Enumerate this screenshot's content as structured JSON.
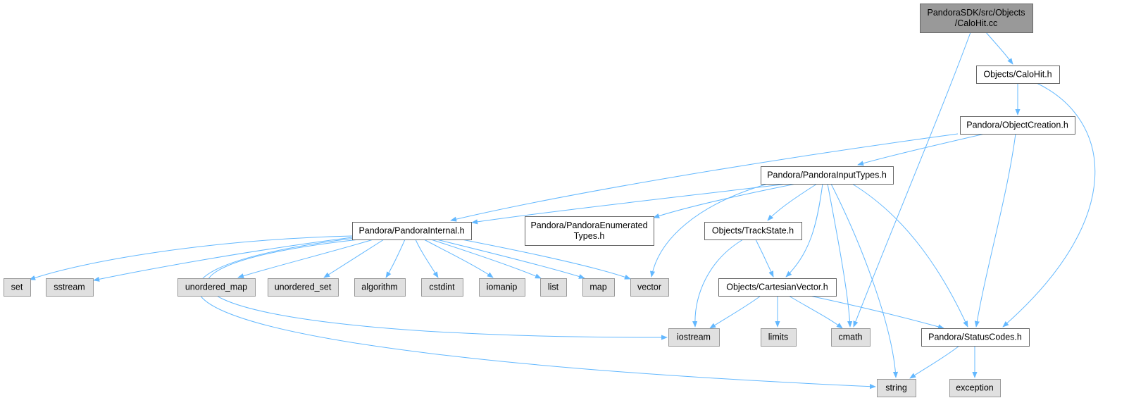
{
  "graph": {
    "nodes": [
      {
        "id": "calohit_cc",
        "lines": [
          "PandoraSDK/src/Objects",
          "/CaloHit.cc"
        ],
        "kind": "root"
      },
      {
        "id": "calohit_h",
        "lines": [
          "Objects/CaloHit.h"
        ],
        "kind": "file"
      },
      {
        "id": "objectcreation_h",
        "lines": [
          "Pandora/ObjectCreation.h"
        ],
        "kind": "file"
      },
      {
        "id": "pandorainputtypes_h",
        "lines": [
          "Pandora/PandoraInputTypes.h"
        ],
        "kind": "file"
      },
      {
        "id": "pandorainternal_h",
        "lines": [
          "Pandora/PandoraInternal.h"
        ],
        "kind": "file"
      },
      {
        "id": "pandoraenumeratedtypes_h",
        "lines": [
          "Pandora/PandoraEnumerated",
          "Types.h"
        ],
        "kind": "file"
      },
      {
        "id": "trackstate_h",
        "lines": [
          "Objects/TrackState.h"
        ],
        "kind": "file"
      },
      {
        "id": "cartesianvector_h",
        "lines": [
          "Objects/CartesianVector.h"
        ],
        "kind": "file"
      },
      {
        "id": "statuscodes_h",
        "lines": [
          "Pandora/StatusCodes.h"
        ],
        "kind": "file"
      },
      {
        "id": "set",
        "lines": [
          "set"
        ],
        "kind": "sys"
      },
      {
        "id": "sstream",
        "lines": [
          "sstream"
        ],
        "kind": "sys"
      },
      {
        "id": "unordered_map",
        "lines": [
          "unordered_map"
        ],
        "kind": "sys"
      },
      {
        "id": "unordered_set",
        "lines": [
          "unordered_set"
        ],
        "kind": "sys"
      },
      {
        "id": "algorithm",
        "lines": [
          "algorithm"
        ],
        "kind": "sys"
      },
      {
        "id": "cstdint",
        "lines": [
          "cstdint"
        ],
        "kind": "sys"
      },
      {
        "id": "iomanip",
        "lines": [
          "iomanip"
        ],
        "kind": "sys"
      },
      {
        "id": "list",
        "lines": [
          "list"
        ],
        "kind": "sys"
      },
      {
        "id": "map",
        "lines": [
          "map"
        ],
        "kind": "sys"
      },
      {
        "id": "vector",
        "lines": [
          "vector"
        ],
        "kind": "sys"
      },
      {
        "id": "iostream",
        "lines": [
          "iostream"
        ],
        "kind": "sys"
      },
      {
        "id": "limits",
        "lines": [
          "limits"
        ],
        "kind": "sys"
      },
      {
        "id": "cmath",
        "lines": [
          "cmath"
        ],
        "kind": "sys"
      },
      {
        "id": "string",
        "lines": [
          "string"
        ],
        "kind": "sys"
      },
      {
        "id": "exception",
        "lines": [
          "exception"
        ],
        "kind": "sys"
      }
    ],
    "edges": [
      [
        "calohit_cc",
        "calohit_h"
      ],
      [
        "calohit_cc",
        "cmath"
      ],
      [
        "calohit_h",
        "objectcreation_h"
      ],
      [
        "calohit_h",
        "statuscodes_h"
      ],
      [
        "objectcreation_h",
        "pandorainputtypes_h"
      ],
      [
        "objectcreation_h",
        "pandorainternal_h"
      ],
      [
        "objectcreation_h",
        "statuscodes_h"
      ],
      [
        "pandorainputtypes_h",
        "pandorainternal_h"
      ],
      [
        "pandorainputtypes_h",
        "pandoraenumeratedtypes_h"
      ],
      [
        "pandorainputtypes_h",
        "trackstate_h"
      ],
      [
        "pandorainputtypes_h",
        "cartesianvector_h"
      ],
      [
        "pandorainputtypes_h",
        "vector"
      ],
      [
        "pandorainputtypes_h",
        "cmath"
      ],
      [
        "pandorainputtypes_h",
        "string"
      ],
      [
        "pandorainputtypes_h",
        "statuscodes_h"
      ],
      [
        "pandorainternal_h",
        "set"
      ],
      [
        "pandorainternal_h",
        "sstream"
      ],
      [
        "pandorainternal_h",
        "unordered_map"
      ],
      [
        "pandorainternal_h",
        "unordered_set"
      ],
      [
        "pandorainternal_h",
        "algorithm"
      ],
      [
        "pandorainternal_h",
        "cstdint"
      ],
      [
        "pandorainternal_h",
        "iomanip"
      ],
      [
        "pandorainternal_h",
        "list"
      ],
      [
        "pandorainternal_h",
        "map"
      ],
      [
        "pandorainternal_h",
        "vector"
      ],
      [
        "pandorainternal_h",
        "iostream"
      ],
      [
        "pandorainternal_h",
        "string"
      ],
      [
        "trackstate_h",
        "cartesianvector_h"
      ],
      [
        "trackstate_h",
        "iostream"
      ],
      [
        "cartesianvector_h",
        "iostream"
      ],
      [
        "cartesianvector_h",
        "limits"
      ],
      [
        "cartesianvector_h",
        "cmath"
      ],
      [
        "cartesianvector_h",
        "statuscodes_h"
      ],
      [
        "statuscodes_h",
        "string"
      ],
      [
        "statuscodes_h",
        "exception"
      ]
    ]
  },
  "colors": {
    "edge": "#63b8ff",
    "root_fill": "#999999",
    "sys_fill": "#e0e0e0",
    "file_fill": "#ffffff",
    "border": "#666666"
  }
}
